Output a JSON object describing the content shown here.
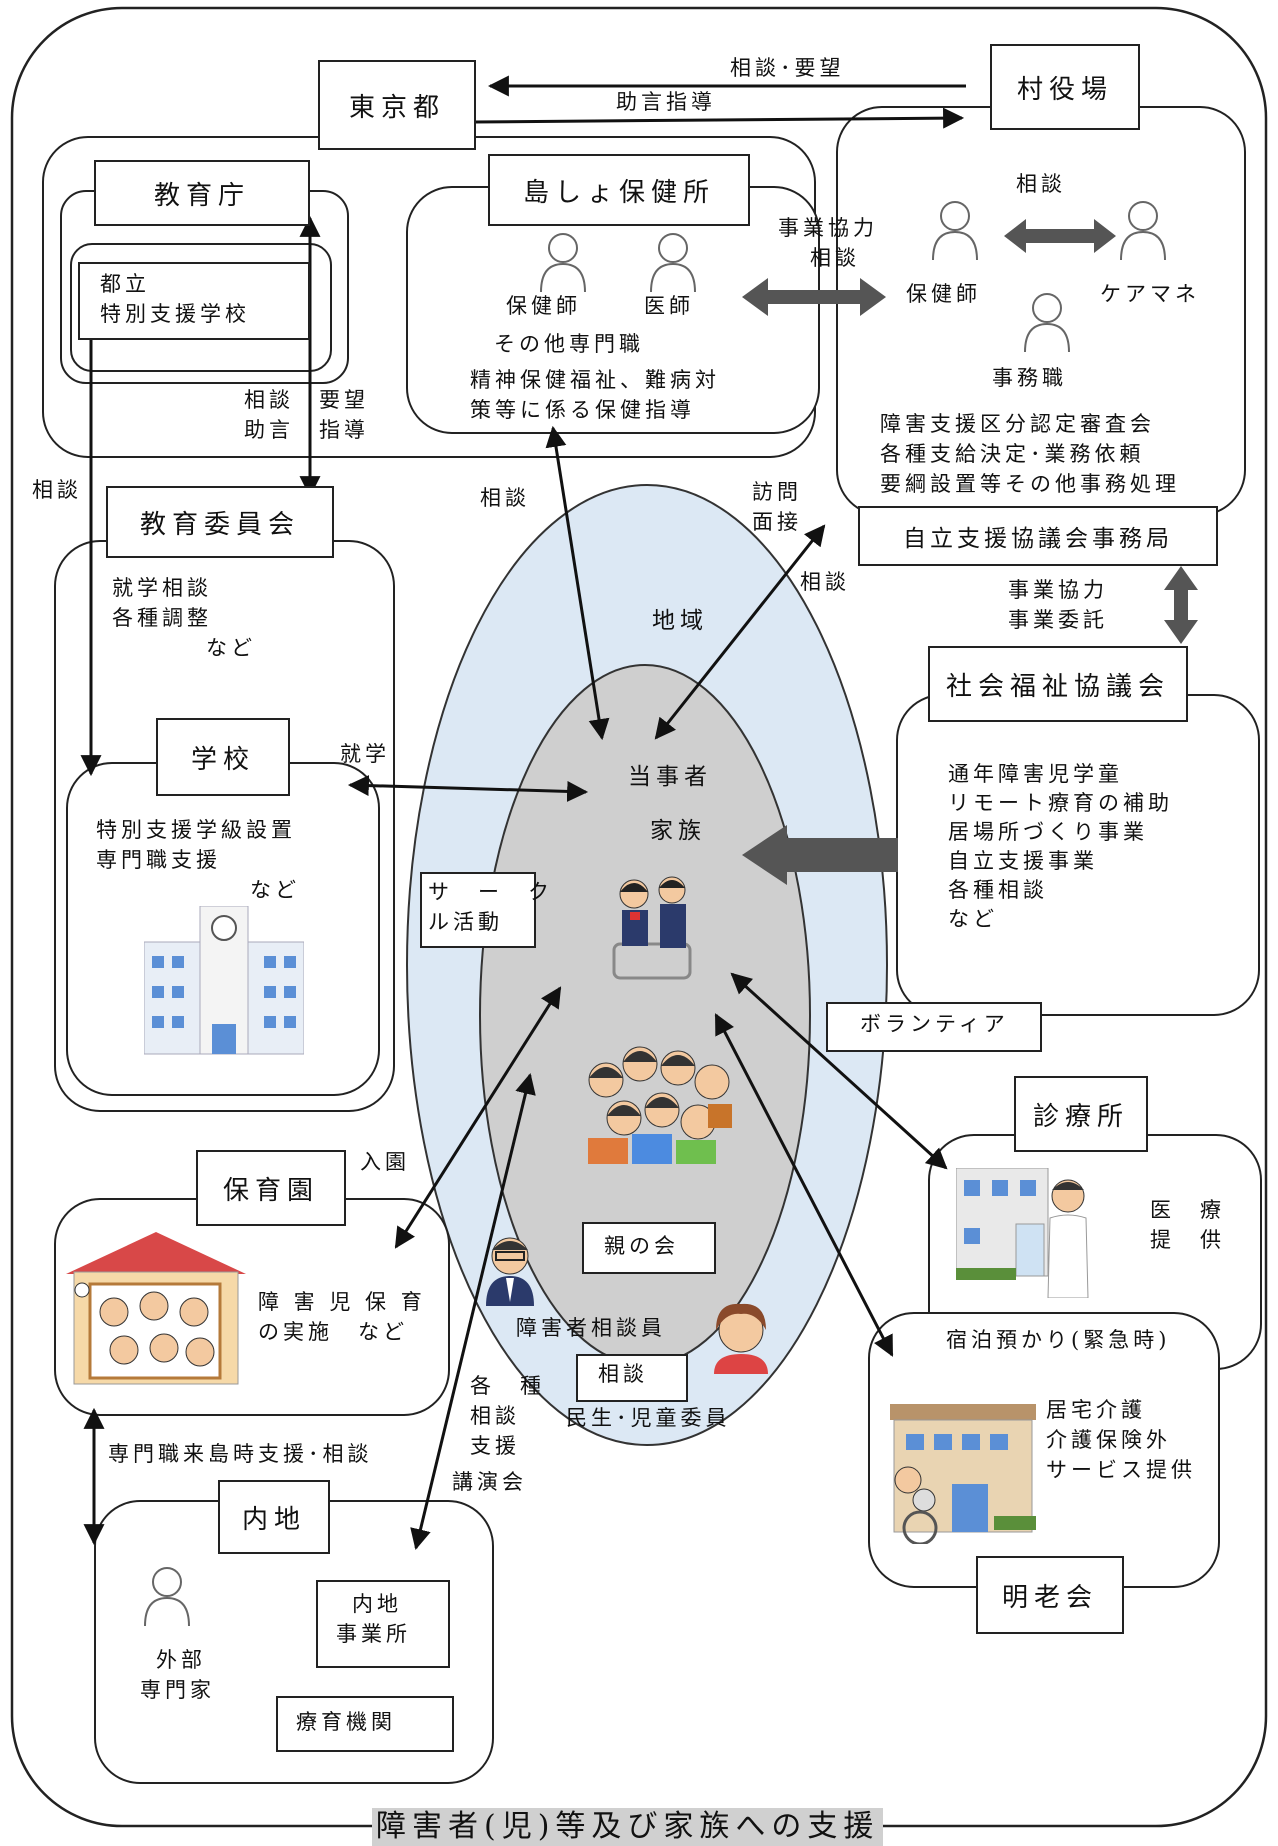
{
  "title": "障害者(児)等及び家族への支援",
  "tokyo": {
    "label": "東京都",
    "consult_request": "相談･要望",
    "advice": "助言指導"
  },
  "village": {
    "label": "村役場",
    "consult": "相談",
    "staff": [
      "保健師",
      "ケアマネ",
      "事務職"
    ],
    "duties": [
      "障害支援区分認定審査会",
      "各種支給決定･業務依頼",
      "要綱設置等その他事務処理"
    ],
    "council_office": "自立支援協議会事務局"
  },
  "edu_office": {
    "label": "教育庁",
    "special_school": [
      "都立",
      "特別支援学校"
    ],
    "consult_request": "相談　要望",
    "advice": "助言　指導"
  },
  "health_center": {
    "label": "島しょ保健所",
    "staff": [
      "保健師",
      "医師"
    ],
    "other": "その他専門職",
    "guidance": [
      "精神保健福祉、難病対",
      "策等に係る保健指導"
    ],
    "link": [
      "事業協力",
      "相談"
    ]
  },
  "board_of_edu": {
    "label": "教育委員会",
    "items": [
      "就学相談",
      "各種調整",
      "など"
    ]
  },
  "school": {
    "label": "学校",
    "items": [
      "特別支援学級設置",
      "専門職支援",
      "など"
    ],
    "enroll": "就学"
  },
  "community": {
    "label": "地域",
    "person": "当事者",
    "family": "家族",
    "circle": [
      "サ　ー　ク",
      "ル活動"
    ],
    "parents": "親の会",
    "counselor": "障害者相談員",
    "consult": "相談",
    "welfare_member": "民生･児童委員",
    "volunteer": "ボランティア"
  },
  "welfare_council": {
    "label": "社会福祉協議会",
    "link": [
      "事業協力",
      "事業委託"
    ],
    "items": [
      "通年障害児学童",
      "リモート療育の補助",
      "居場所づくり事業",
      "自立支援事業",
      "各種相談",
      "など"
    ]
  },
  "visit": [
    "訪問",
    "面接"
  ],
  "misc_consult": "相談",
  "nursery": {
    "label": "保育園",
    "enter": "入園",
    "items": [
      "障 害 児 保 育",
      "の実施　など"
    ]
  },
  "clinic": {
    "label": "診療所",
    "items": [
      "医　療",
      "提　供"
    ],
    "stay": "宿泊預かり(緊急時)"
  },
  "meirokai": {
    "label": "明老会",
    "items": [
      "居宅介護",
      "介護保険外",
      "サービス提供"
    ]
  },
  "mainland": {
    "label": "内地",
    "support": "専門職来島時支援･相談",
    "services": [
      "各　種",
      "相談",
      "支援",
      "講演会"
    ],
    "expert": [
      "外部",
      "専門家"
    ],
    "office": [
      "内地",
      "事業所"
    ],
    "therapy": "療育機関"
  },
  "left_consult": "相談"
}
